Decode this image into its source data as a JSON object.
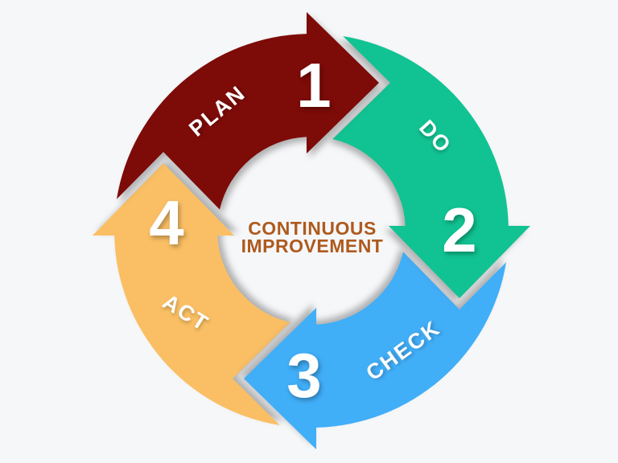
{
  "background_color": "#F6F7F9",
  "center": {
    "line1": "CONTINUOUS",
    "line2": "IMPROVEMENT",
    "color": "#AE5A1E"
  },
  "segments": [
    {
      "id": "plan",
      "label": "PLAN",
      "number": "1",
      "color": "#7D0B08"
    },
    {
      "id": "do",
      "label": "DO",
      "number": "2",
      "color": "#11C392"
    },
    {
      "id": "check",
      "label": "CHECK",
      "number": "3",
      "color": "#41AEF8"
    },
    {
      "id": "act",
      "label": "ACT",
      "number": "4",
      "color": "#FABF64"
    }
  ]
}
